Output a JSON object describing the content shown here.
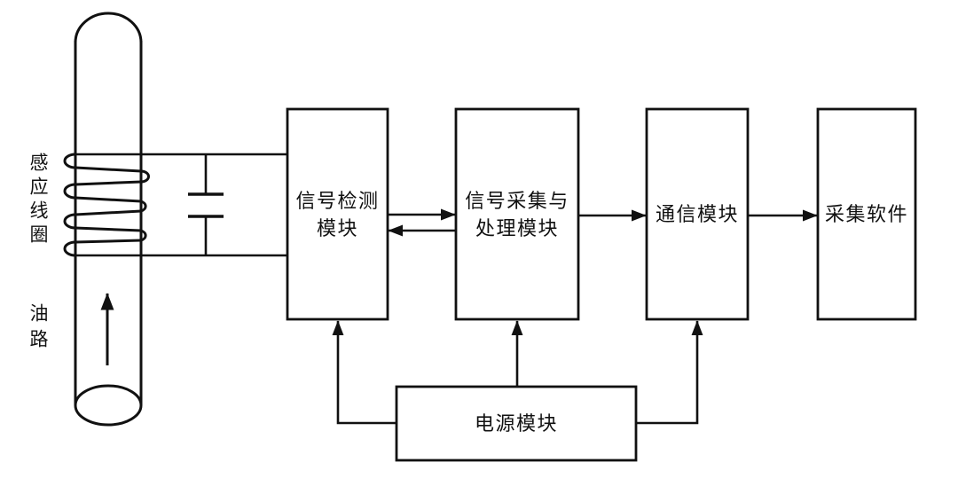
{
  "diagram": {
    "background_color": "#ffffff",
    "stroke_color": "#111111",
    "sensor": {
      "coil_label": "感应线圈",
      "oil_path_label": "油路"
    },
    "blocks": [
      {
        "id": "signal-detection",
        "label": "信号检测\n模块"
      },
      {
        "id": "signal-acquisition-processing",
        "label": "信号采集与\n处理模块"
      },
      {
        "id": "communication",
        "label": "通信模块"
      },
      {
        "id": "acquisition-software",
        "label": "采集软件"
      },
      {
        "id": "power",
        "label": "电源模块"
      }
    ],
    "connections": [
      {
        "from": "induction-coil",
        "to": "signal-detection",
        "type": "wire-pair-with-parallel-capacitor"
      },
      {
        "from": "signal-detection",
        "to": "signal-acquisition-processing",
        "type": "arrow"
      },
      {
        "from": "signal-acquisition-processing",
        "to": "signal-detection",
        "type": "arrow"
      },
      {
        "from": "signal-acquisition-processing",
        "to": "communication",
        "type": "arrow"
      },
      {
        "from": "communication",
        "to": "acquisition-software",
        "type": "arrow"
      },
      {
        "from": "power",
        "to": "signal-detection",
        "type": "arrow"
      },
      {
        "from": "power",
        "to": "signal-acquisition-processing",
        "type": "arrow"
      },
      {
        "from": "power",
        "to": "communication",
        "type": "arrow"
      },
      {
        "from": "oil-flow",
        "to": "up",
        "type": "flow-arrow"
      }
    ]
  }
}
